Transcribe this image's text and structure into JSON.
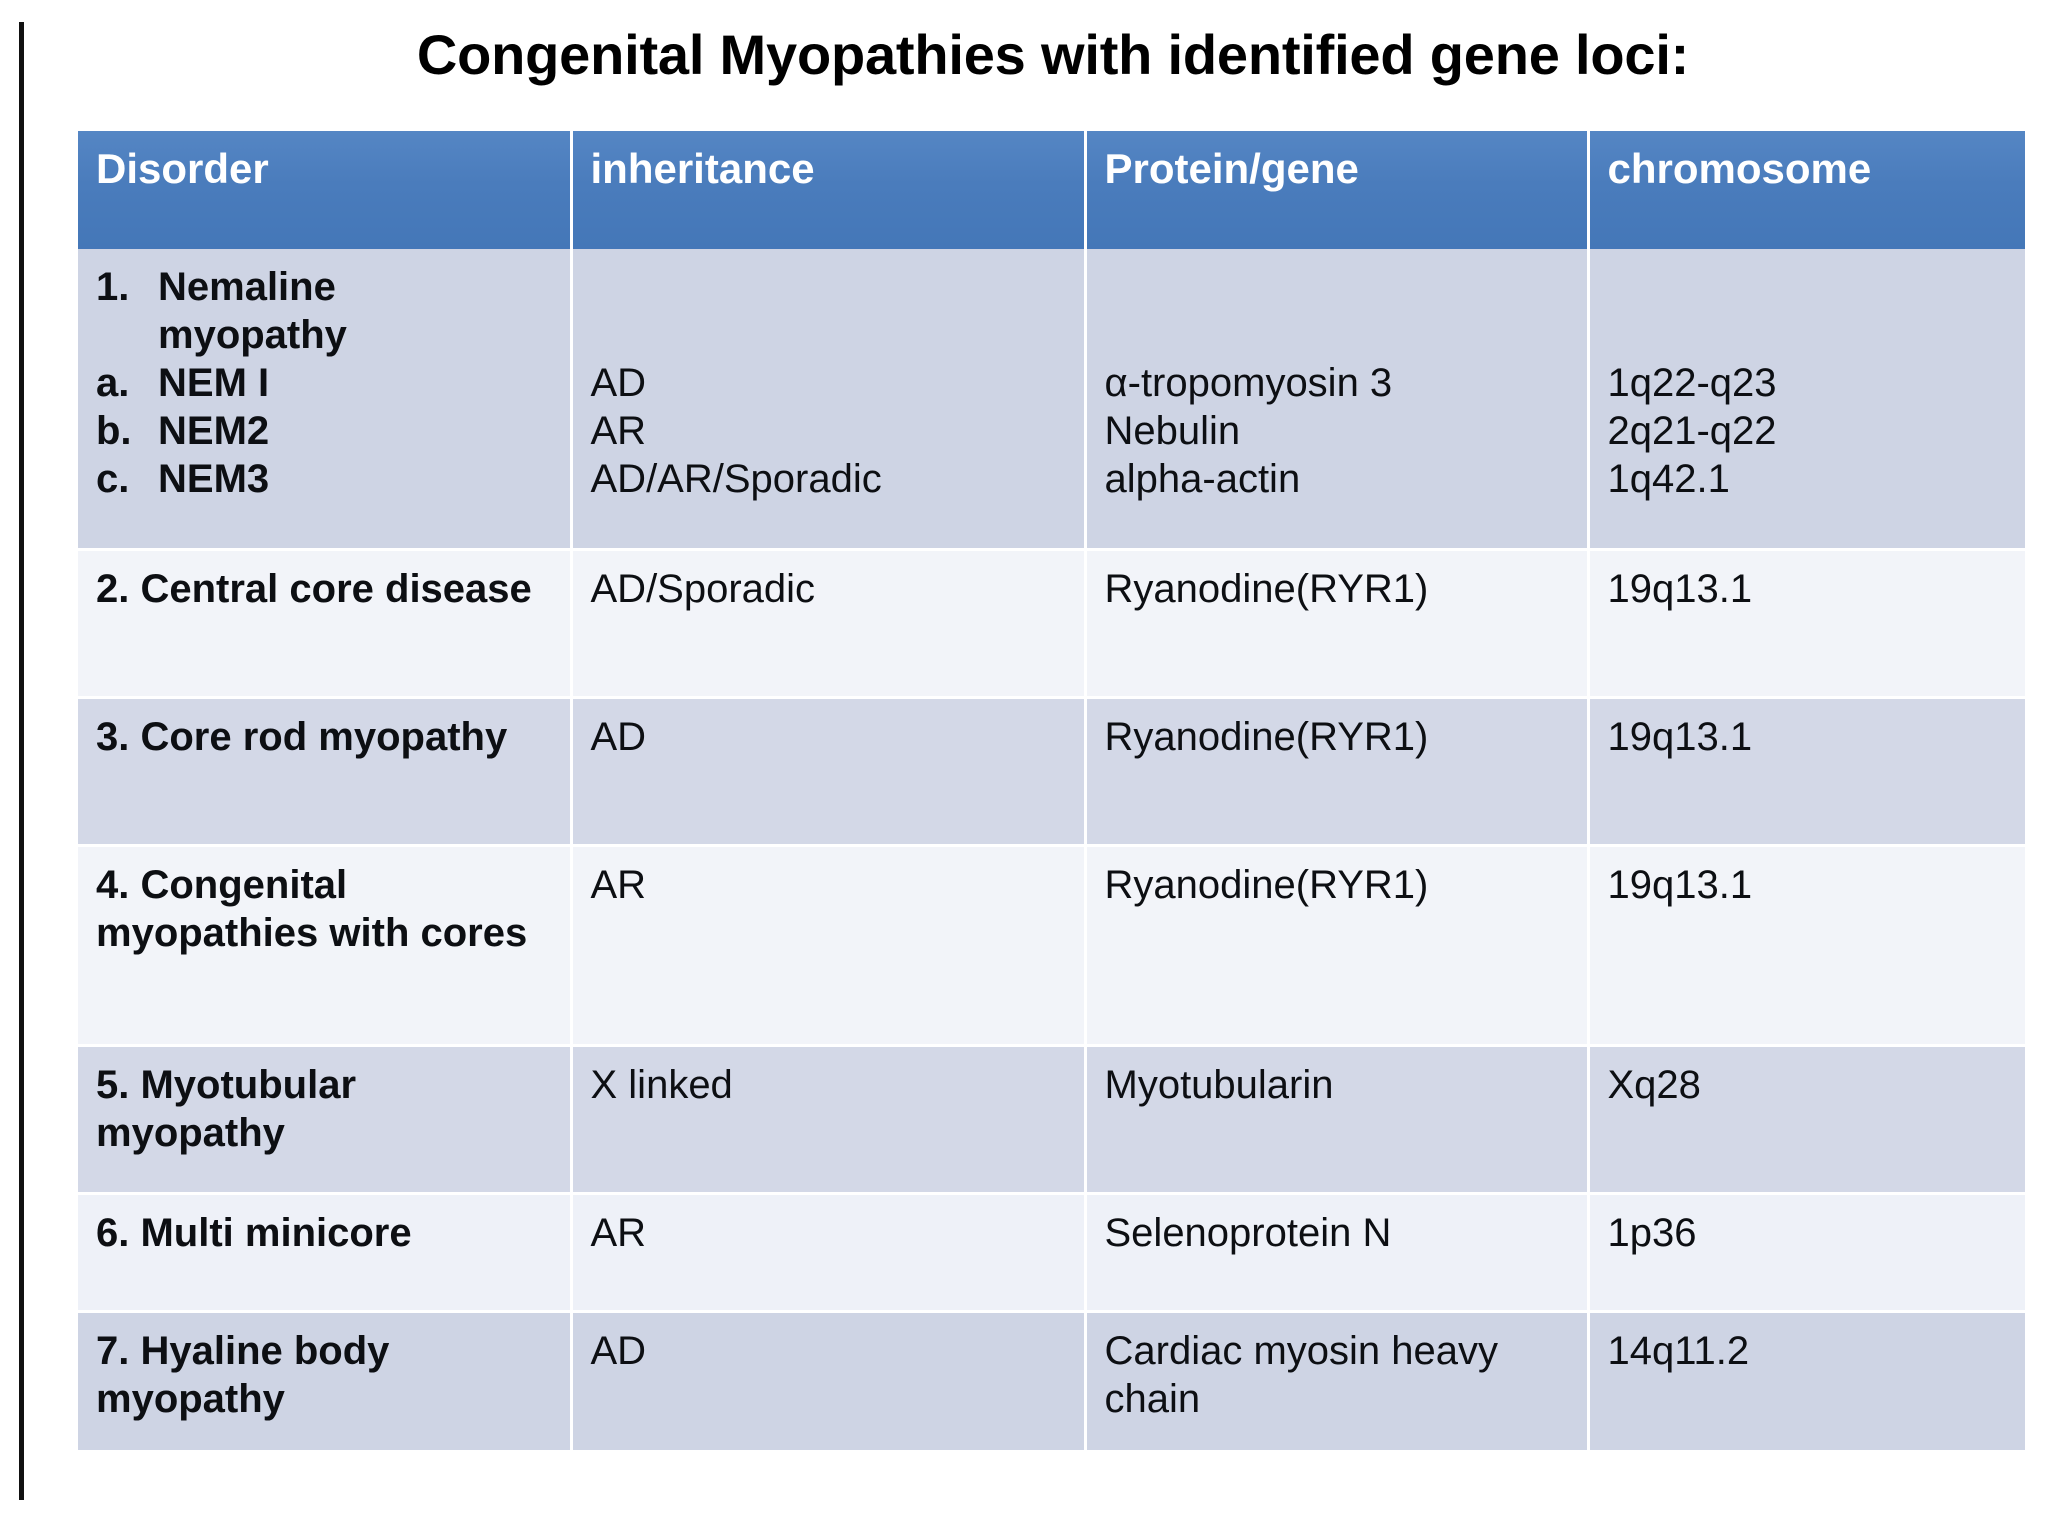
{
  "slide": {
    "title": "Congenital Myopathies with identified gene loci:",
    "accent_color": "#4a7cbc",
    "band_light": "#eef1f8",
    "band_dark": "#ced4e4",
    "background": "#ffffff"
  },
  "table": {
    "headers": {
      "disorder": "Disorder",
      "inheritance": "inheritance",
      "protein_gene": "Protein/gene",
      "chromosome": "chromosome"
    },
    "rows": [
      {
        "number": "1.",
        "disorder": "Nemaline myopathy",
        "sub_entries": [
          {
            "marker": "a.",
            "label": "NEM I",
            "inheritance": "AD",
            "protein_gene": "α-tropomyosin 3",
            "chromosome": "1q22-q23"
          },
          {
            "marker": "b.",
            "label": "NEM2",
            "inheritance": "AR",
            "protein_gene": "Nebulin",
            "chromosome": "2q21-q22"
          },
          {
            "marker": "c.",
            "label": "NEM3",
            "inheritance": "AD/AR/Sporadic",
            "protein_gene": "alpha-actin",
            "chromosome": "1q42.1"
          }
        ]
      },
      {
        "disorder": "2. Central core disease",
        "inheritance": "AD/Sporadic",
        "protein_gene": "Ryanodine(RYR1)",
        "chromosome": "19q13.1"
      },
      {
        "disorder": "3. Core rod myopathy",
        "inheritance": "AD",
        "protein_gene": "Ryanodine(RYR1)",
        "chromosome": "19q13.1"
      },
      {
        "disorder": "4. Congenital myopathies with cores",
        "inheritance": "AR",
        "protein_gene": "Ryanodine(RYR1)",
        "chromosome": "19q13.1"
      },
      {
        "disorder": "5. Myotubular myopathy",
        "inheritance": "X linked",
        "protein_gene": "Myotubularin",
        "chromosome": "Xq28"
      },
      {
        "disorder": "6. Multi minicore",
        "inheritance": "AR",
        "protein_gene": "Selenoprotein N",
        "chromosome": "1p36"
      },
      {
        "disorder": "7. Hyaline body myopathy",
        "inheritance": "AD",
        "protein_gene": "Cardiac myosin heavy chain",
        "chromosome": "14q11.2"
      }
    ]
  }
}
